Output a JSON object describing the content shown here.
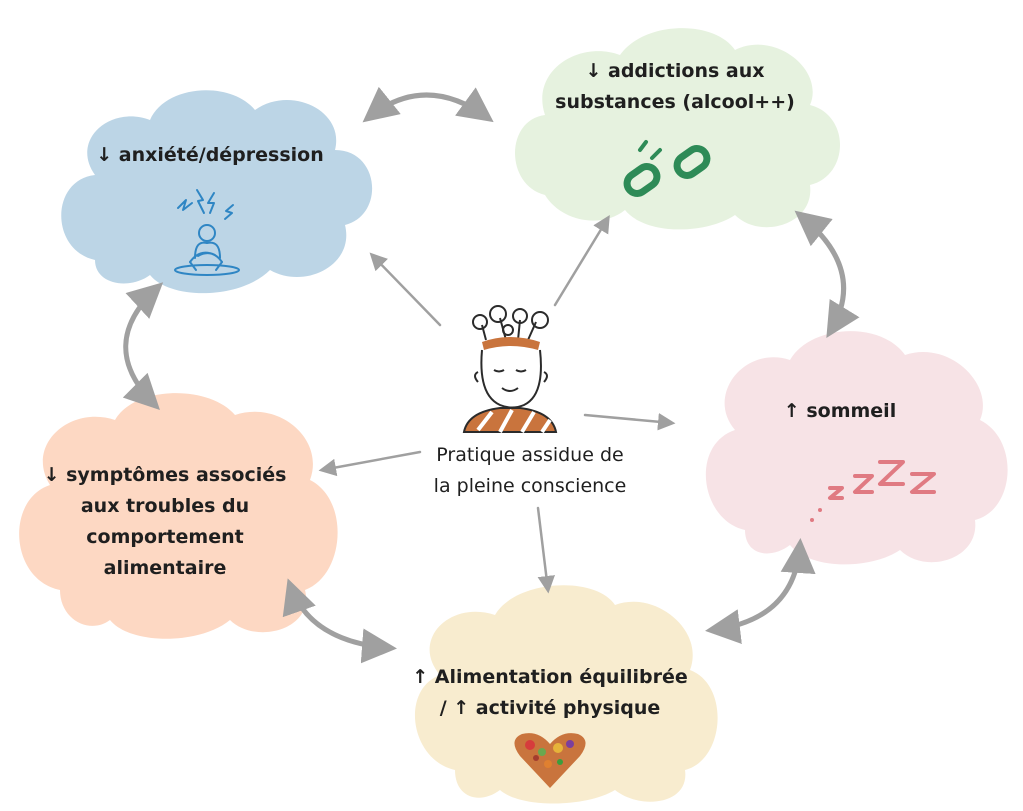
{
  "center": {
    "lines": [
      "Pratique assidue de",
      "la pleine conscience"
    ]
  },
  "nodes": {
    "anxiety": {
      "lines": [
        "↓ anxiété/dépression"
      ],
      "color": "#bcd5e6"
    },
    "addiction": {
      "lines": [
        "↓ addictions aux",
        "substances (alcool++)"
      ],
      "color": "#e6f2df"
    },
    "sleep": {
      "lines": [
        "↑ sommeil"
      ],
      "color": "#f7e3e6"
    },
    "food": {
      "lines": [
        "↑ Alimentation équilibrée",
        "/ ↑ activité physique"
      ],
      "color": "#f8eccf"
    },
    "eating": {
      "lines": [
        "↓ symptômes associés",
        "aux troubles du",
        "comportement",
        "alimentaire"
      ],
      "color": "#fdd8c3"
    }
  },
  "colors": {
    "arrow": "#a0a0a0",
    "chain": "#2e8b57",
    "icon": "#2f86c4",
    "sleep": "#e07a82",
    "text": "#1f1f1f"
  },
  "icons": [
    "stressed-person-icon",
    "broken-chain-icon",
    "sleep-zzz-icon",
    "food-heart-icon",
    "mindful-head-icon"
  ]
}
